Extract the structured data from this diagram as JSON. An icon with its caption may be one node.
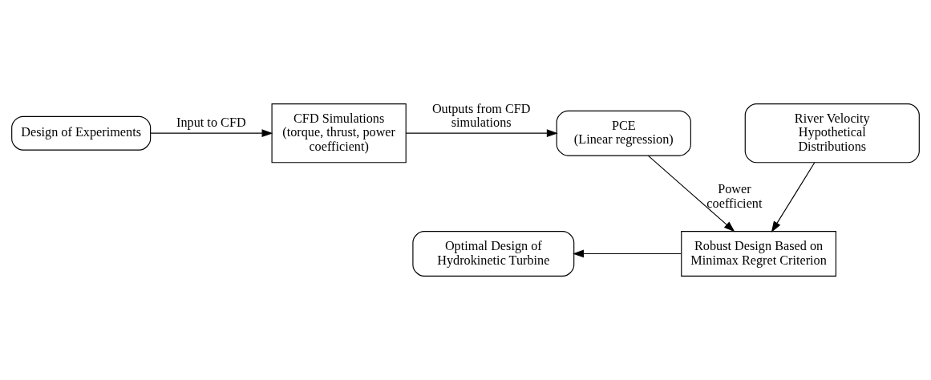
{
  "diagram": {
    "nodes": [
      {
        "text": [
          "Design of Experiments"
        ]
      },
      {
        "text": [
          "CFD Simulations",
          "(torque, thrust, power coefficient)"
        ]
      },
      {
        "text": [
          "PCE",
          "(Linear regression)"
        ]
      },
      {
        "text": [
          "River Velocity Hypothetical Distributions"
        ]
      },
      {
        "text": [
          "Robust Design Based on Minimax Regret Criterion"
        ]
      },
      {
        "text": [
          "Optimal Design of Hydrokinetic Turbine"
        ]
      }
    ],
    "edges": [
      {
        "from": 0,
        "to": 1,
        "arrow": "to",
        "label": "Input to CFD"
      },
      {
        "from": 1,
        "to": 2,
        "arrow": "to",
        "label": "Outputs from CFD simulations"
      },
      {
        "from": 2,
        "to": 4,
        "arrow": "to",
        "label": "Power coefficient"
      },
      {
        "from": 3,
        "to": 4,
        "arrow": "to"
      },
      {
        "from": 4,
        "to": 5,
        "arrow": "to"
      }
    ]
  }
}
